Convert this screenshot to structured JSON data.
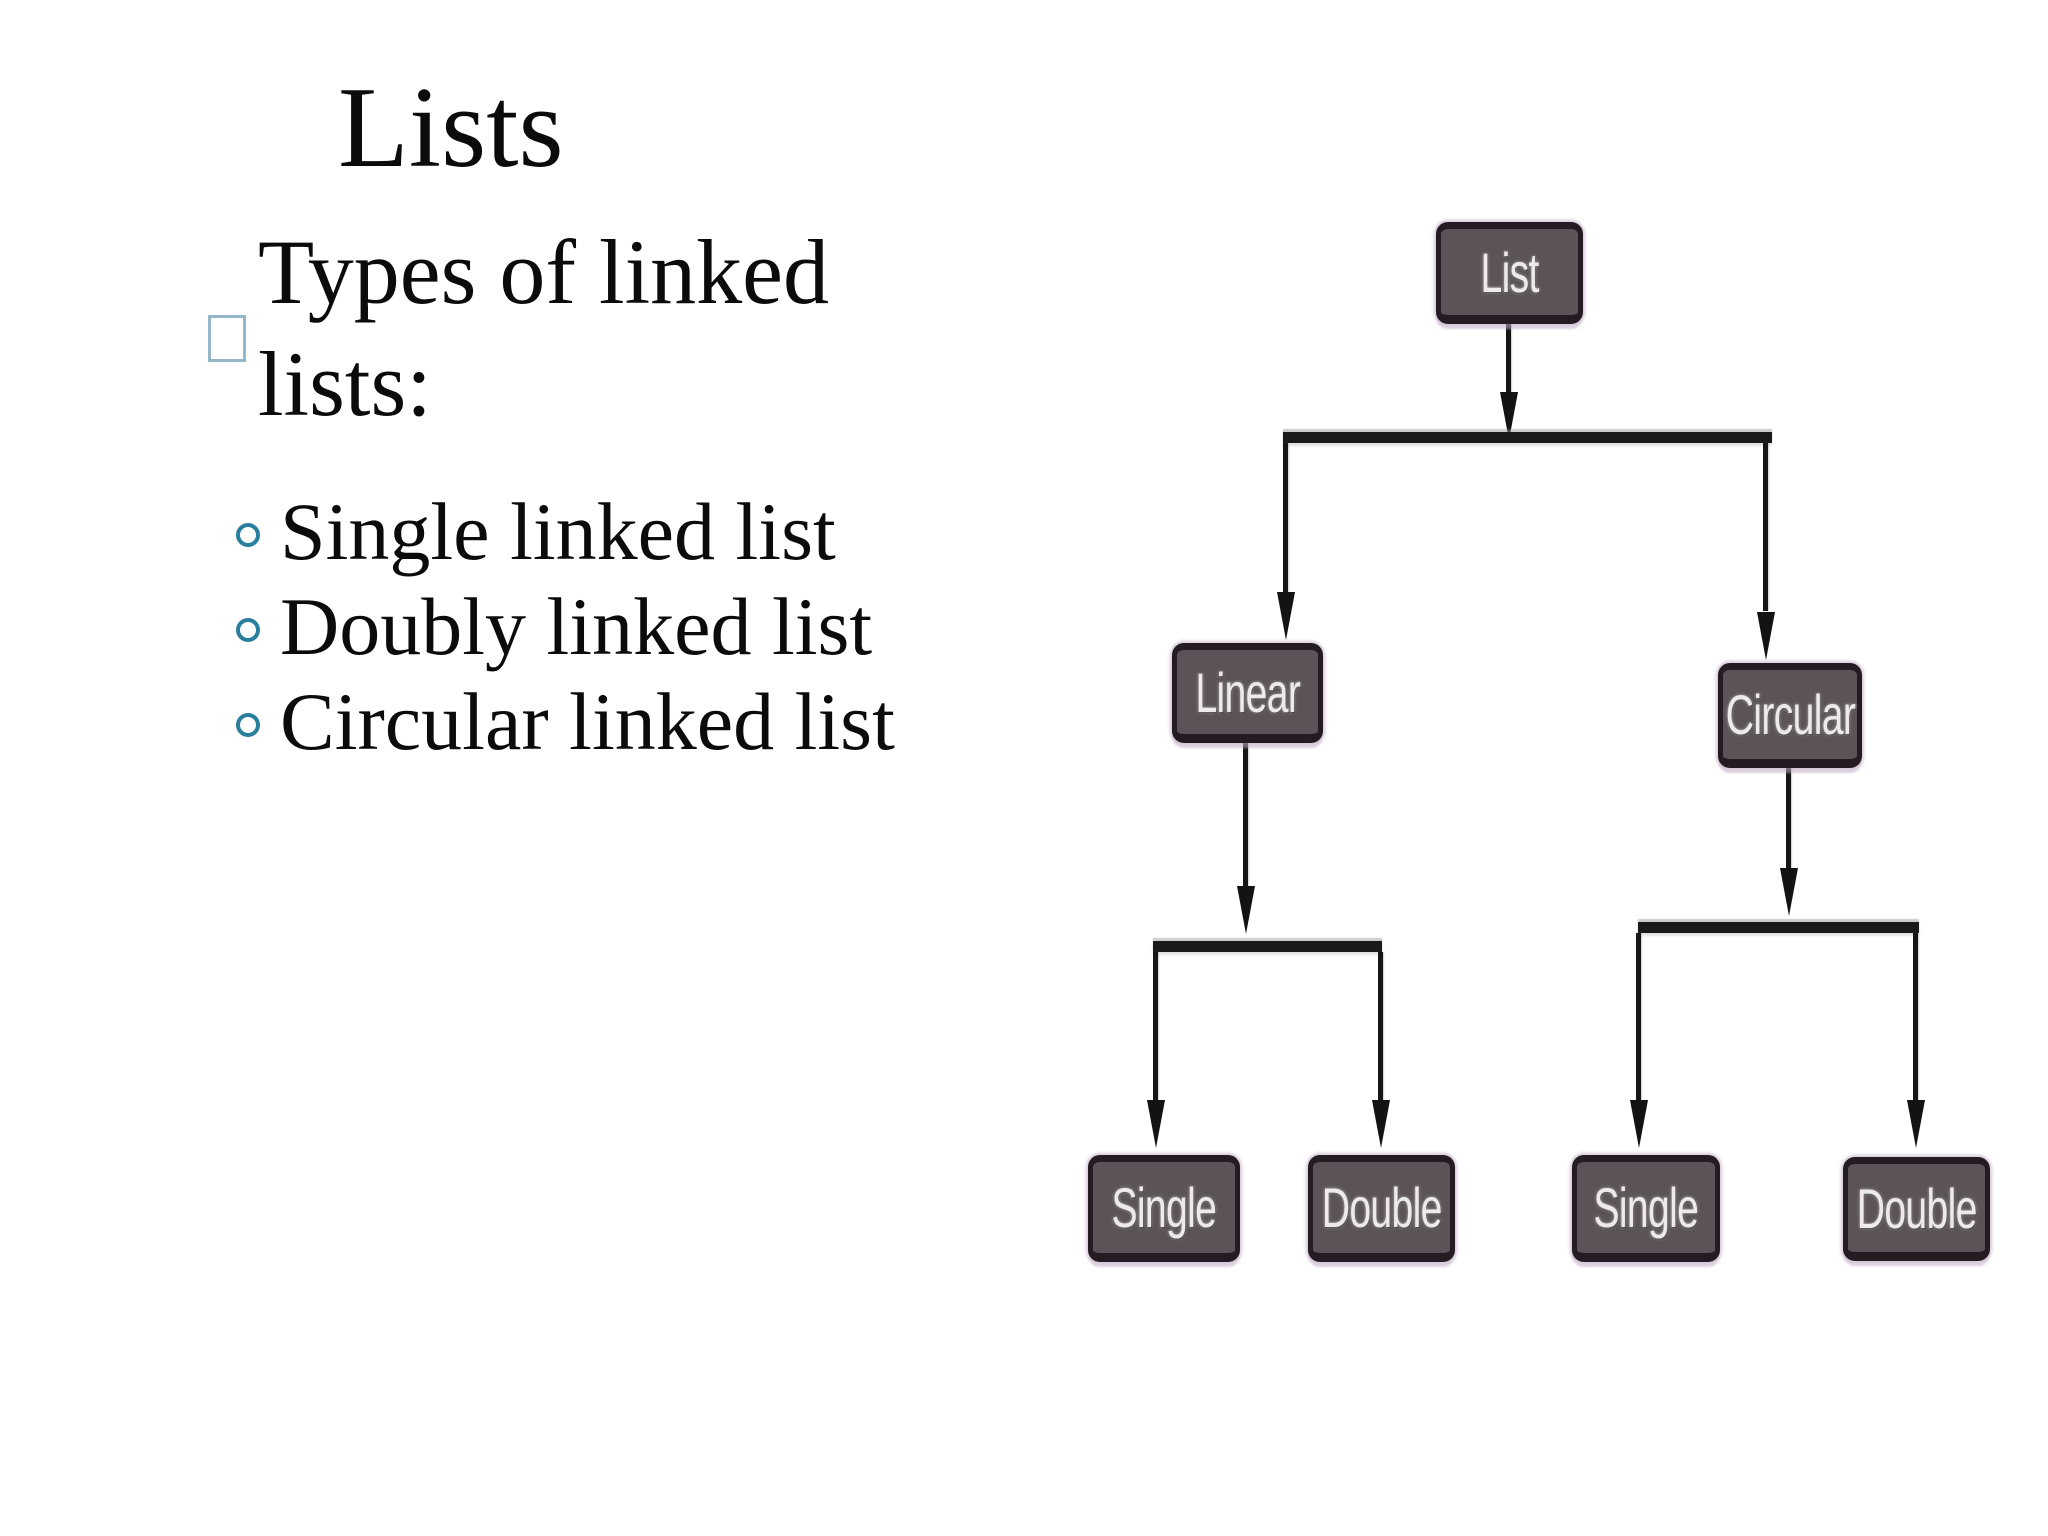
{
  "slide": {
    "title": "Lists",
    "main_bullet": "Types of linked lists:",
    "sub_bullets": [
      "Single linked list",
      "Doubly linked list",
      "Circular linked list"
    ]
  },
  "diagram": {
    "type": "tree",
    "nodes": {
      "list": {
        "label": "List"
      },
      "linear": {
        "label": "Linear"
      },
      "circular": {
        "label": "Circular"
      },
      "linear_single": {
        "label": "Single"
      },
      "linear_double": {
        "label": "Double"
      },
      "circular_single": {
        "label": "Single"
      },
      "circular_double": {
        "label": "Double"
      }
    },
    "edges": [
      {
        "from": "list",
        "to": "linear"
      },
      {
        "from": "list",
        "to": "circular"
      },
      {
        "from": "linear",
        "to": "linear_single"
      },
      {
        "from": "linear",
        "to": "linear_double"
      },
      {
        "from": "circular",
        "to": "circular_single"
      },
      {
        "from": "circular",
        "to": "circular_double"
      }
    ]
  },
  "colors": {
    "background": "#ffffff",
    "text": "#0b0b0b",
    "main_bullet_square": "#93b7c9",
    "sub_bullet_ring": "#2a7f9e",
    "node_fill": "#5b5357",
    "node_border": "#241c22",
    "node_text": "#eeeaec",
    "connector": "#161616"
  }
}
